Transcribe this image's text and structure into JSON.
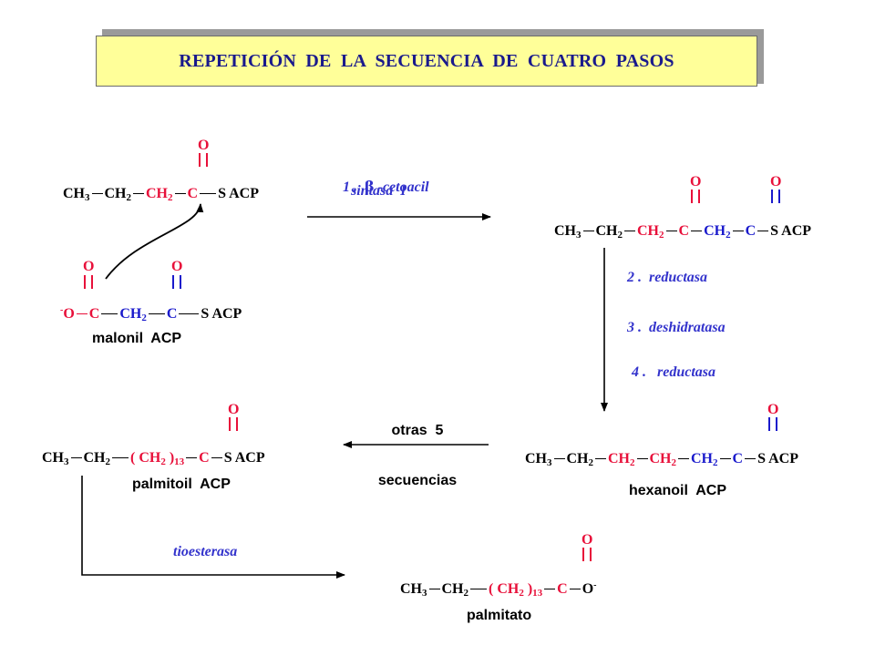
{
  "title": "REPETICIÓN  DE  LA  SECUENCIA  DE  CUATRO  PASOS",
  "colors": {
    "title_bg": "#ffff99",
    "title_text": "#1a1a8c",
    "red": "#e8103a",
    "blue": "#1a1acc",
    "enzyme": "#3333cc"
  },
  "atoms": {
    "ch3": "CH",
    "ch2": "CH",
    "c": "C",
    "o": "O",
    "s_acp": "S ACP",
    "sub3": "3",
    "sub2": "2",
    "sub13": "13",
    "minus": "-",
    "paren_open": "( CH",
    "paren_close": " )"
  },
  "enzymes": {
    "step1_number": "1 .  ",
    "step1_beta": "β",
    "step1_name": " -cetoacil",
    "step1_line2": "sintasa  I",
    "step2": "2 .  reductasa",
    "step3": "3 .  deshidratasa",
    "step4": "4 .   reductasa",
    "thioesterase": "tioesterasa"
  },
  "labels": {
    "malonil": "malonil  ACP",
    "palmitoil": "palmitoil  ACP",
    "hexanoil": "hexanoil  ACP",
    "palmitato": "palmitato",
    "otras_line1": "otras  5",
    "otras_line2": "secuencias"
  }
}
